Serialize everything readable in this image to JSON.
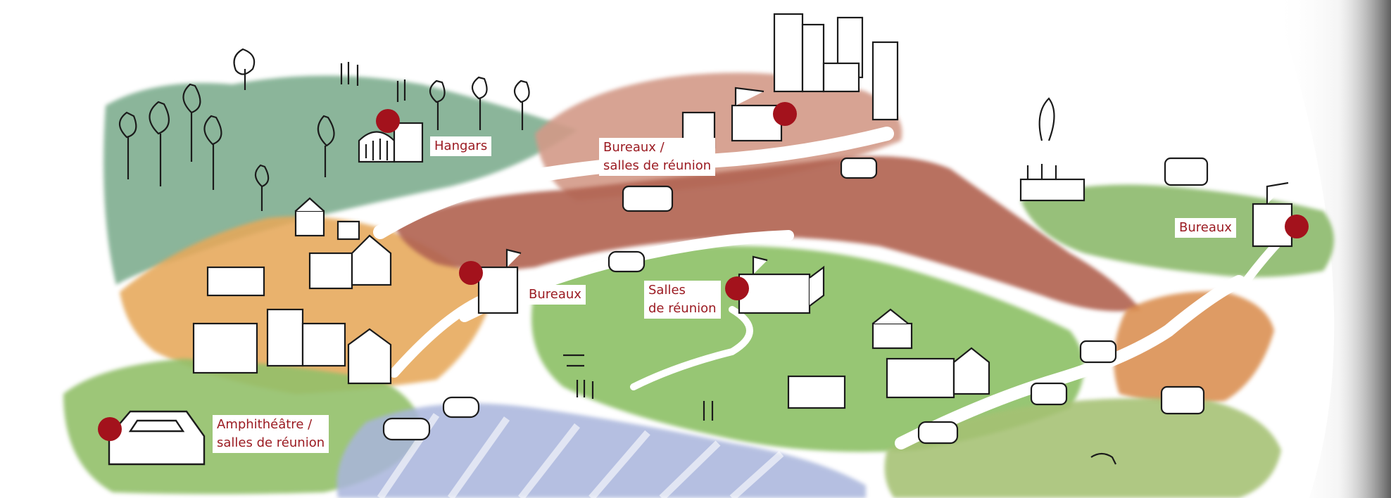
{
  "colors": {
    "pin": "#a3121c",
    "label_text": "#9b1b22",
    "label_bg": "#ffffff",
    "forest": "#7fae90",
    "meadow": "#8cc065",
    "clay": "#b26552",
    "rose": "#d39a88",
    "ochre": "#e6a85a",
    "field": "#a5c173",
    "water": "#a9b5dc",
    "ink": "#1b1b1b"
  },
  "map": {
    "pins": [
      {
        "id": "hangars",
        "lines": [
          "Hangars"
        ]
      },
      {
        "id": "bureaux-reunion-top",
        "lines": [
          "Bureaux /",
          "salles de réunion"
        ]
      },
      {
        "id": "bureaux-east",
        "lines": [
          "Bureaux"
        ]
      },
      {
        "id": "bureaux-center",
        "lines": [
          "Bureaux"
        ]
      },
      {
        "id": "salles-reunion",
        "lines": [
          "Salles",
          "de réunion"
        ]
      },
      {
        "id": "amphitheatre",
        "lines": [
          "Amphithéâtre /",
          "salles de réunion"
        ]
      }
    ]
  }
}
